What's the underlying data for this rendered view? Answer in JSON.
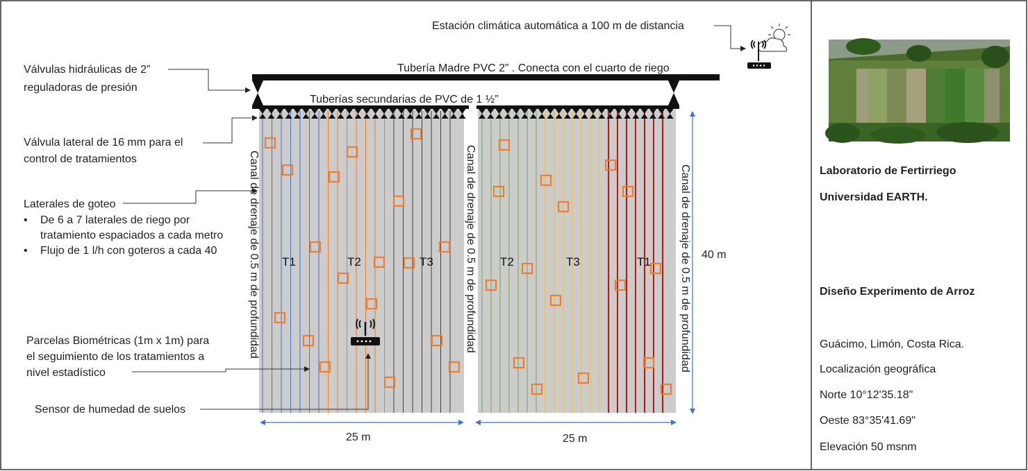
{
  "annotations": {
    "weather_station": "Estación climática automática a 100 m de distancia",
    "main_pipe": "Tubería Madre PVC 2” . Conecta con el cuarto de riego",
    "secondary_pipes": "Tuberías secundarias de PVC de 1 ½”",
    "hydraulic_valves_line1": "Válvulas hidráulicas de 2”",
    "hydraulic_valves_line2": "reguladoras de presión",
    "lateral_valve_line1": "Válvula lateral de 16 mm para el",
    "lateral_valve_line2": "control de tratamientos",
    "drip_laterals_title": "Laterales de goteo",
    "drip_bullets": [
      "De 6 a 7 laterales de riego por tratamiento espaciados a cada metro",
      "Flujo de 1 l/h con goteros a cada 40"
    ],
    "plots_line1": "Parcelas Biométricas (1m x 1m) para",
    "plots_line2": "el seguimiento de los tratamientos a",
    "plots_line3": "nivel estadístico",
    "soil_sensor": "Sensor de humedad de suelos"
  },
  "field": {
    "channel_label": "Canal de drenaje de 0.5 m de profundidad",
    "width_label": "25 m",
    "height_label": "40 m",
    "left_treatments": [
      "T1",
      "T2",
      "T3"
    ],
    "right_treatments": [
      "T2",
      "T3",
      "T1"
    ]
  },
  "info_panel": {
    "lab_line1": "Laboratorio de Fertirriego",
    "lab_line2": "Universidad EARTH.",
    "experiment": "Diseño Experimento de Arroz",
    "location": "Guácimo, Limón, Costa Rica.",
    "geo_title": "Localización geográfica",
    "north": "Norte 10°12'35.18\"",
    "west": "Oeste 83°35'41.69\"",
    "elevation": "Elevación 50 msnm"
  },
  "colors": {
    "field_bg": "#cccccc",
    "plot_marker": "#ed7d31",
    "blue_lines": "#4472c4",
    "orange_lines": "#ed7d31",
    "dark_lines": "#404040",
    "green_lines": "#70ad47",
    "yellow_lines": "#ffc000",
    "red_lines": "#c00000",
    "dimension_arrows": "#4472c4"
  },
  "icons": [
    "wifi-router-icon",
    "weather-station-icon",
    "sun-cloud-icon",
    "aerial-photo"
  ]
}
